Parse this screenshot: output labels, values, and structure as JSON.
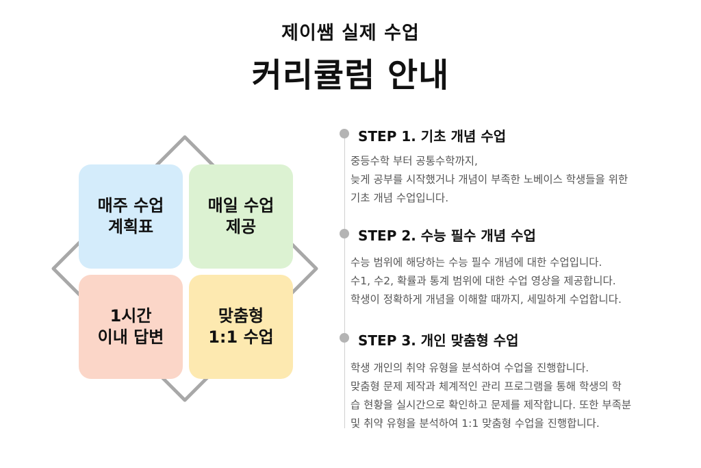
{
  "header": {
    "subtitle": "제이쌤 실제 수업",
    "title": "커리큘럼 안내"
  },
  "tiles": [
    {
      "lines": [
        "매주 수업",
        "계획표"
      ],
      "color": "#d4ecfb"
    },
    {
      "lines": [
        "매일 수업",
        "제공"
      ],
      "color": "#dcf2d2"
    },
    {
      "lines": [
        "1시간",
        "이내 답변"
      ],
      "color": "#fbd6c8"
    },
    {
      "lines": [
        "맞춤형",
        "1:1 수업"
      ],
      "color": "#fde9b0"
    }
  ],
  "steps": [
    {
      "title": "STEP 1. 기초 개념 수업",
      "description": [
        "중등수학 부터 공통수학까지,",
        "늦게 공부를 시작했거나 개념이 부족한 노베이스 학생들을 위한",
        "기초 개념 수업입니다."
      ]
    },
    {
      "title": "STEP 2. 수능 필수 개념 수업",
      "description": [
        "수능 범위에 해당하는 수능 필수 개념에 대한 수업입니다.",
        "수1, 수2, 확률과 통계 범위에 대한 수업 영상을 제공합니다.",
        "학생이 정확하게 개념을 이해할 때까지, 세밀하게 수업합니다."
      ]
    },
    {
      "title": "STEP 3. 개인 맞춤형 수업",
      "description": [
        "학생 개인의 취약 유형을 분석하여 수업을 진행합니다.",
        "맞춤형 문제 제작과 체계적인 관리 프로그램을  통해 학생의 학",
        "습 현황을 실시간으로 확인하고 문제를 제작합니다. 또한 부족분",
        "및 취약 유형을 분석하여 1:1 맞춤형 수업을 진행합니다."
      ]
    }
  ],
  "colors": {
    "diamond_stroke": "#a8a8a8",
    "timeline_dot": "#b4b4b4",
    "description_text": "#555555"
  }
}
